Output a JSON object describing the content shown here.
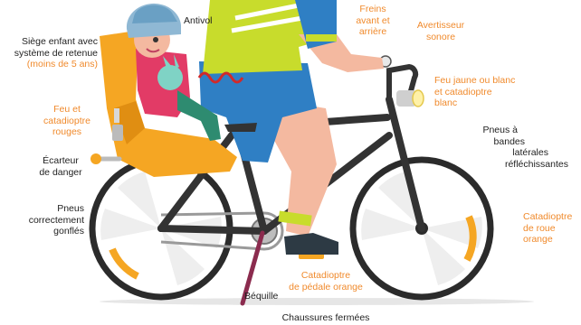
{
  "colors": {
    "label_dark": "#1f1f1f",
    "label_orange": "#f08a2c",
    "tire": "#2b2b2b",
    "frame": "#333333",
    "seat": "#f5a623",
    "jersey": "#c8dc2c",
    "shorts": "#2f7fc4",
    "skin": "#f4b9a0",
    "shoe": "#2d3a44",
    "kickstand": "#8b2b4e"
  },
  "labels": {
    "antivol": "Antivol",
    "siege_line1": "Siège enfant avec",
    "siege_line2": "système de retenue",
    "siege_line3": "(moins de 5 ans)",
    "freins_line1": "Freins",
    "freins_line2": "avant et",
    "freins_line3": "arrière",
    "avert_line1": "Avertisseur",
    "avert_line2": "sonore",
    "feu_jaune_line1": "Feu jaune ou blanc",
    "feu_jaune_line2": "et catadioptre",
    "feu_jaune_line3": "blanc",
    "feu_rouge_line1": "Feu et",
    "feu_rouge_line2": "catadioptre",
    "feu_rouge_line3": "rouges",
    "pneus_bandes_line1": "Pneus à",
    "pneus_bandes_line2": "bandes",
    "pneus_bandes_line3": "latérales",
    "pneus_bandes_line4": "réfléchissantes",
    "ecarteur_line1": "Écarteur",
    "ecarteur_line2": "de danger",
    "pneus_gonfles_line1": "Pneus",
    "pneus_gonfles_line2": "correctement",
    "pneus_gonfles_line3": "gonflés",
    "cata_roue_line1": "Catadioptre",
    "cata_roue_line2": "de roue",
    "cata_roue_line3": "orange",
    "cata_pedale_line1": "Catadioptre",
    "cata_pedale_line2": "de pédale orange",
    "bequille": "Béquille",
    "chaussures": "Chaussures fermées"
  }
}
